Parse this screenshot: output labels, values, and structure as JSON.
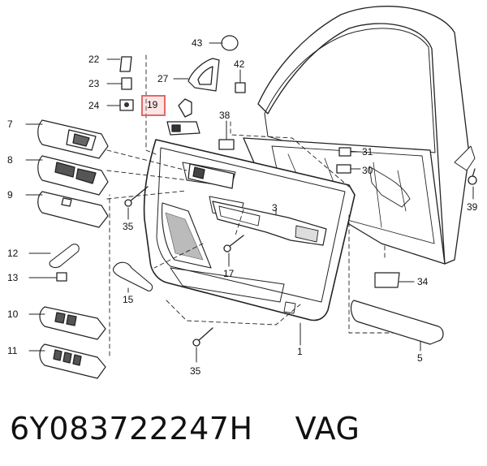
{
  "callouts": {
    "c1": "1",
    "c3": "3",
    "c5": "5",
    "c7": "7",
    "c8": "8",
    "c9": "9",
    "c10": "10",
    "c11": "11",
    "c12": "12",
    "c13": "13",
    "c15": "15",
    "c17": "17",
    "c19": "19",
    "c22": "22",
    "c23": "23",
    "c24": "24",
    "c27": "27",
    "c30": "30",
    "c31": "31",
    "c34": "34",
    "c35a": "35",
    "c35b": "35",
    "c38": "38",
    "c39": "39",
    "c42": "42",
    "c43": "43"
  },
  "highlight": {
    "callout": "19",
    "color": "#e06a6a"
  },
  "footer": {
    "part_number": "6Y083722247H",
    "brand": "VAG"
  }
}
